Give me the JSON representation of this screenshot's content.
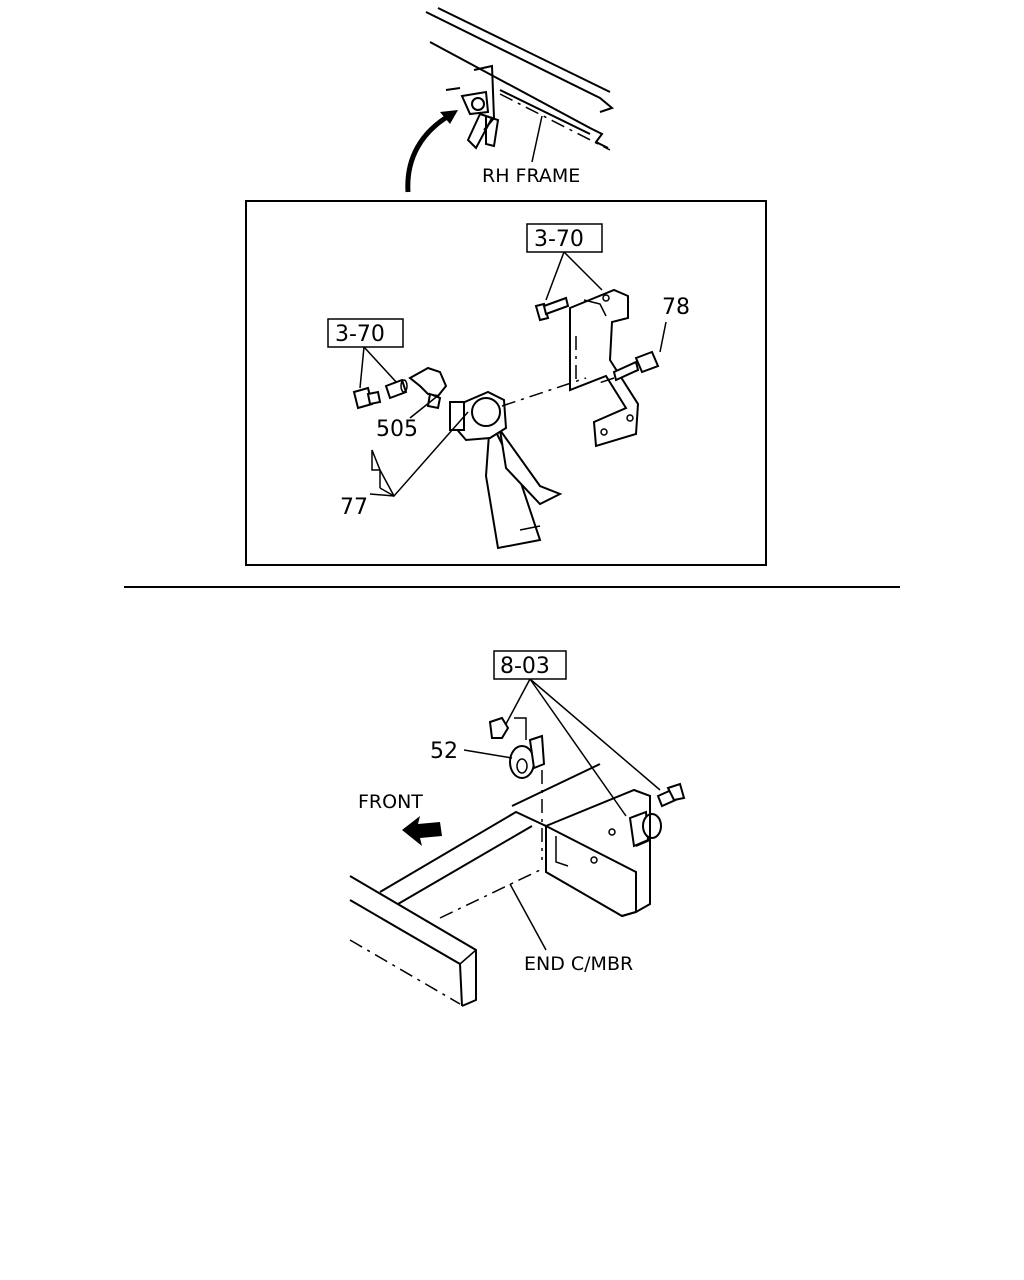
{
  "top_view": {
    "location_label": "RH FRAME"
  },
  "detail_view": {
    "ref_boxes": [
      "3-70",
      "3-70"
    ],
    "part_numbers": [
      "78",
      "505",
      "77"
    ]
  },
  "bottom_view": {
    "ref_box": "8-03",
    "part_number": "52",
    "direction_label": "FRONT",
    "location_label": "END C/MBR"
  },
  "icons": [
    "horn-icon",
    "bracket-icon",
    "bolt-icon",
    "nut-icon",
    "front-arrow-icon",
    "frame-rail-icon",
    "cross-member-icon",
    "curved-arrow-icon"
  ]
}
